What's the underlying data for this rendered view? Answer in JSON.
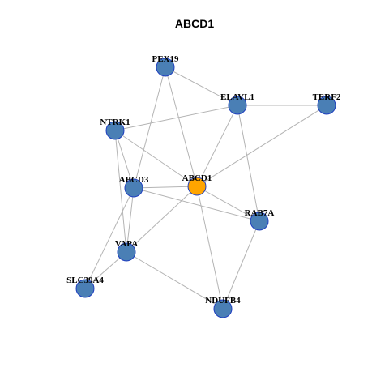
{
  "title": "ABCD1",
  "colors": {
    "default_node": "#4a7fb5",
    "focus_node": "#ffa500",
    "node_border": "#1f3fbf",
    "edge": "#b4b4b4"
  },
  "nodes": [
    {
      "id": "ABCD1",
      "label": "ABCD1",
      "focus": true
    },
    {
      "id": "PEX19",
      "label": "PEX19",
      "focus": false
    },
    {
      "id": "ELAVL1",
      "label": "ELAVL1",
      "focus": false
    },
    {
      "id": "TERF2",
      "label": "TERF2",
      "focus": false
    },
    {
      "id": "NTRK1",
      "label": "NTRK1",
      "focus": false
    },
    {
      "id": "ABCD3",
      "label": "ABCD3",
      "focus": false
    },
    {
      "id": "RAB7A",
      "label": "RAB7A",
      "focus": false
    },
    {
      "id": "VAPA",
      "label": "VAPA",
      "focus": false
    },
    {
      "id": "SLC39A4",
      "label": "SLC39A4",
      "focus": false
    },
    {
      "id": "NDUFB4",
      "label": "NDUFB4",
      "focus": false
    }
  ],
  "edges": [
    [
      "PEX19",
      "ELAVL1"
    ],
    [
      "PEX19",
      "ABCD1"
    ],
    [
      "PEX19",
      "ABCD3"
    ],
    [
      "ELAVL1",
      "TERF2"
    ],
    [
      "ELAVL1",
      "NTRK1"
    ],
    [
      "ELAVL1",
      "ABCD1"
    ],
    [
      "ELAVL1",
      "RAB7A"
    ],
    [
      "TERF2",
      "ABCD1"
    ],
    [
      "NTRK1",
      "ABCD1"
    ],
    [
      "NTRK1",
      "ABCD3"
    ],
    [
      "NTRK1",
      "VAPA"
    ],
    [
      "ABCD3",
      "ABCD1"
    ],
    [
      "ABCD3",
      "RAB7A"
    ],
    [
      "ABCD3",
      "VAPA"
    ],
    [
      "ABCD3",
      "SLC39A4"
    ],
    [
      "ABCD1",
      "RAB7A"
    ],
    [
      "ABCD1",
      "VAPA"
    ],
    [
      "ABCD1",
      "NDUFB4"
    ],
    [
      "RAB7A",
      "NDUFB4"
    ],
    [
      "VAPA",
      "SLC39A4"
    ],
    [
      "VAPA",
      "NDUFB4"
    ]
  ]
}
